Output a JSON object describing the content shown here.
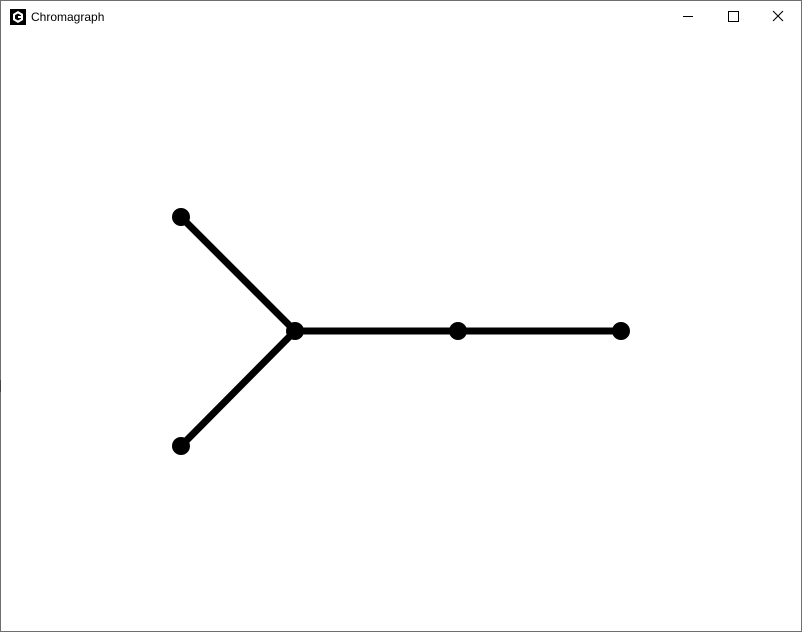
{
  "window": {
    "title": "Chromagraph",
    "app_icon": "chromagraph-logo-icon",
    "controls": [
      "minimize-icon",
      "maximize-icon",
      "close-icon"
    ]
  },
  "graph": {
    "edge_color": "#000000",
    "node_color": "#000000",
    "nodes": [
      {
        "id": "n1",
        "label": ""
      },
      {
        "id": "n2",
        "label": ""
      },
      {
        "id": "n3",
        "label": ""
      },
      {
        "id": "n4",
        "label": ""
      },
      {
        "id": "n5",
        "label": ""
      }
    ],
    "edges": [
      [
        "n1",
        "n3"
      ],
      [
        "n2",
        "n3"
      ],
      [
        "n3",
        "n4"
      ],
      [
        "n4",
        "n5"
      ]
    ]
  }
}
